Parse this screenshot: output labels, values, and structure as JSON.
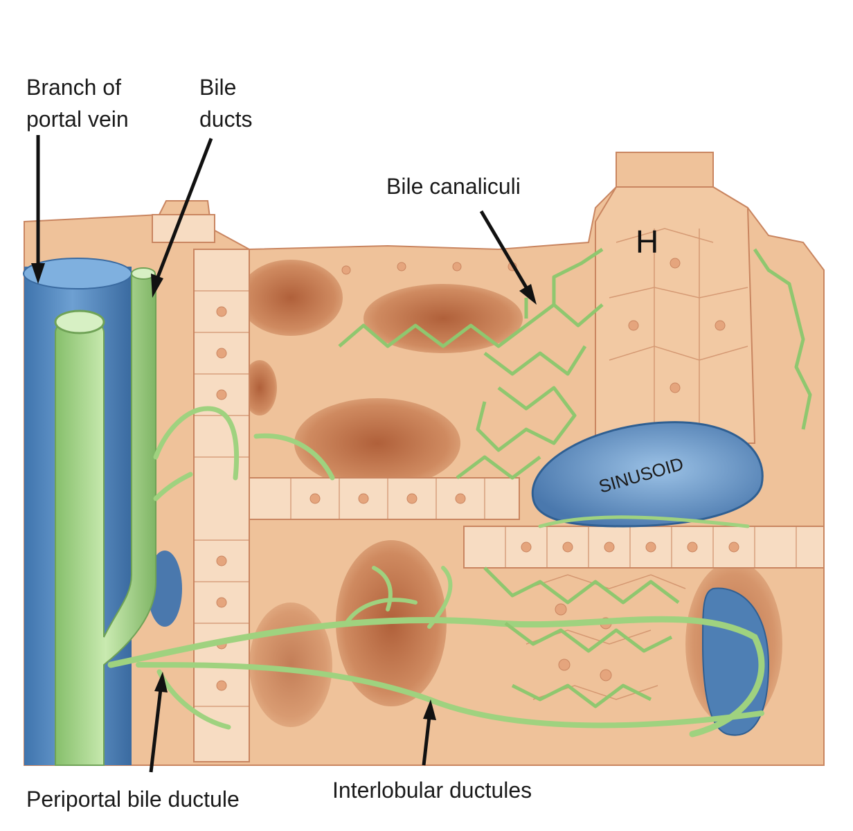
{
  "labels": {
    "portal_vein_line1": "Branch of",
    "portal_vein_line2": "portal vein",
    "bile_ducts_line1": "Bile",
    "bile_ducts_line2": "ducts",
    "bile_canaliculi": "Bile canaliculi",
    "hepatocyte": "H",
    "sinusoid": "SINUSOID",
    "periportal_bile_ductule": "Periportal bile ductule",
    "interlobular_ductules": "Interlobular ductules"
  },
  "colors": {
    "tissue": "#efc29a",
    "tissue_light": "#f7dcc2",
    "tissue_shadow": "#c98560",
    "cavity": "#b86a43",
    "portal_vein": "#5b8fc2",
    "sinusoid": "#5a87bd",
    "bile_duct": "#a9d98c",
    "bile_duct_dark": "#7fb565",
    "arrow": "#111111"
  }
}
